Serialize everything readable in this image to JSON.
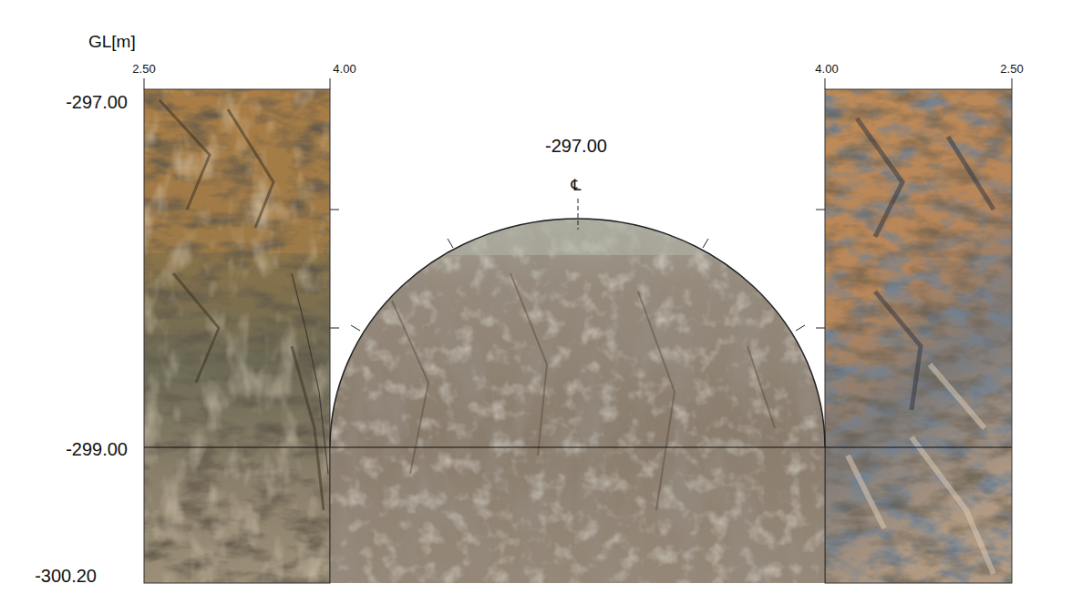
{
  "diagram": {
    "labels": [
      "GL[m]",
      "2.50",
      "4.00",
      "4.00",
      "2.50",
      "-297.00",
      "-297.00",
      "℄",
      "-299.00",
      "-300.20"
    ]
  }
}
